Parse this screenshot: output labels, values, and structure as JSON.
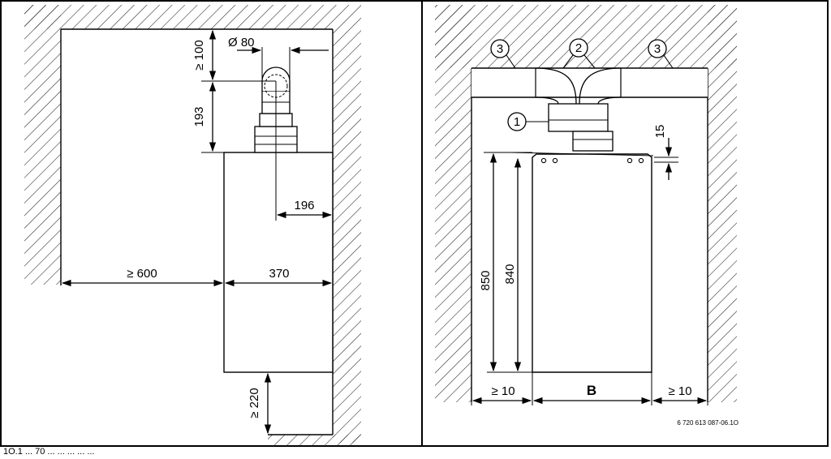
{
  "left_view": {
    "flue_diameter": "Ø 80",
    "clearance_top": "≥ 100",
    "flue_height": "193",
    "flue_offset": "196",
    "side_clearance": "≥ 600",
    "width": "370",
    "bottom_clearance": "≥ 220"
  },
  "right_view": {
    "callout_1": "1",
    "callout_2": "2",
    "callout_3_left": "3",
    "callout_3_right": "3",
    "top_gap": "15",
    "height_outer": "850",
    "height_inner": "840",
    "side_left": "≥ 10",
    "width_label": "B",
    "side_right": "≥ 10",
    "reference": "6 720 613 087-06.1O"
  },
  "footer_text": "1O.1 ... 70 ... ... ... ... ..."
}
